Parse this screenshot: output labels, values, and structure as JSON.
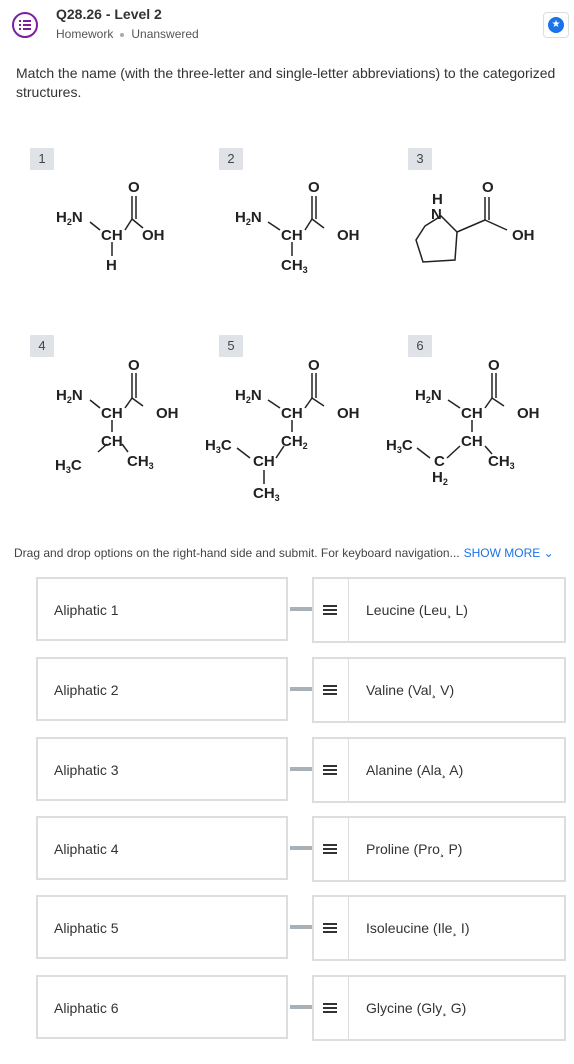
{
  "header": {
    "title": "Q28.26 - Level 2",
    "type": "Homework",
    "status": "Unanswered",
    "accent": "#1a73e8"
  },
  "instructions": "Match the name (with the three-letter and single-letter abbreviations) to the categorized structures.",
  "structures": [
    {
      "number": "1"
    },
    {
      "number": "2"
    },
    {
      "number": "3"
    },
    {
      "number": "4"
    },
    {
      "number": "5"
    },
    {
      "number": "6"
    }
  ],
  "drag_note": "Drag and drop options on the right-hand side and submit. For keyboard navigation...",
  "show_more": "SHOW MORE",
  "targets": [
    "Aliphatic 1",
    "Aliphatic 2",
    "Aliphatic 3",
    "Aliphatic 4",
    "Aliphatic 5",
    "Aliphatic 6"
  ],
  "options": [
    "Leucine (Leu¸ L)",
    "Valine (Val¸ V)",
    "Alanine (Ala¸ A)",
    "Proline (Pro¸ P)",
    "Isoleucine (Ile¸ I)",
    "Glycine (Gly¸ G)"
  ]
}
